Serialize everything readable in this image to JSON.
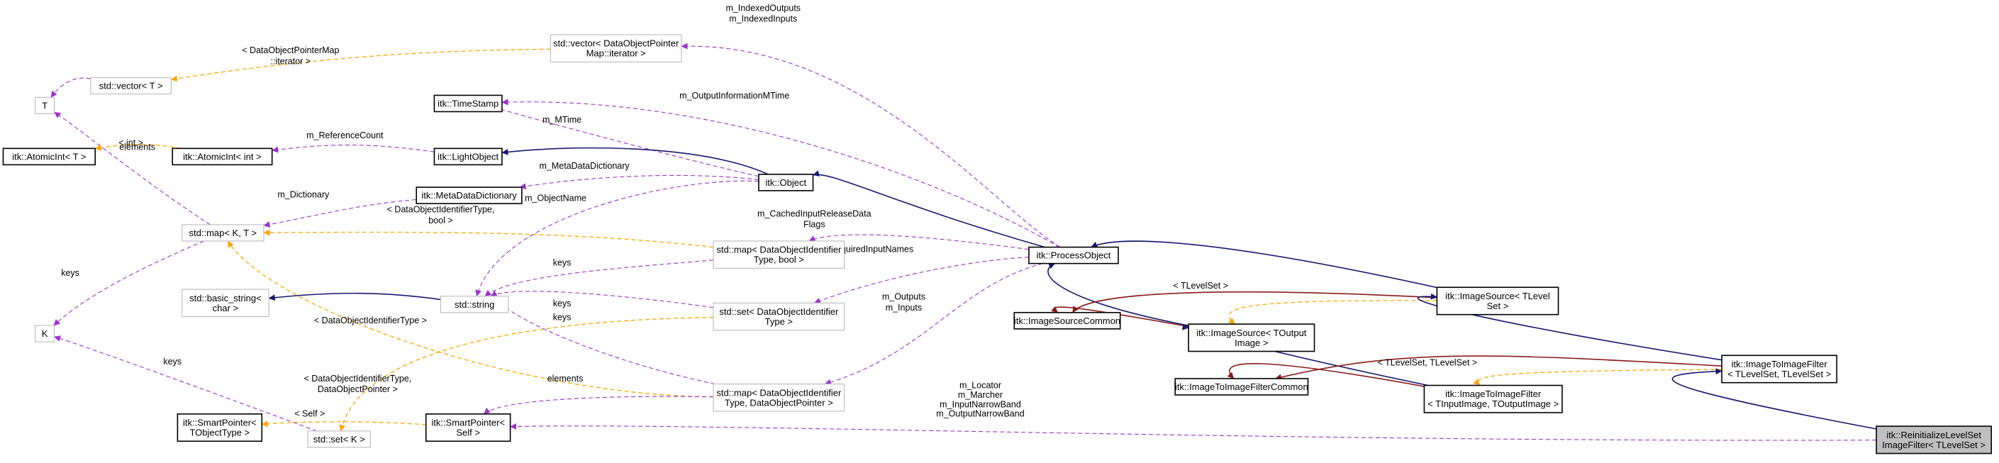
{
  "nodes": [
    {
      "id": "T",
      "lines": [
        "T"
      ],
      "style": "grey"
    },
    {
      "id": "K",
      "lines": [
        "K"
      ],
      "style": "grey"
    },
    {
      "id": "atomic_T",
      "lines": [
        "itk::AtomicInt< T >"
      ],
      "style": "black"
    },
    {
      "id": "vector_T",
      "lines": [
        "std::vector< T >"
      ],
      "style": "grey"
    },
    {
      "id": "atomic_int",
      "lines": [
        "itk::AtomicInt< int >"
      ],
      "style": "black"
    },
    {
      "id": "map_KT",
      "lines": [
        "std::map< K, T >"
      ],
      "style": "grey"
    },
    {
      "id": "basic_string",
      "lines": [
        "std::basic_string<",
        "char >"
      ],
      "style": "grey"
    },
    {
      "id": "smartptr_T",
      "lines": [
        "itk::SmartPointer<",
        "TObjectType >"
      ],
      "style": "black"
    },
    {
      "id": "timestamp",
      "lines": [
        "itk::TimeStamp"
      ],
      "style": "black"
    },
    {
      "id": "lightobject",
      "lines": [
        "itk::LightObject"
      ],
      "style": "black"
    },
    {
      "id": "metadatadict",
      "lines": [
        "itk::MetaDataDictionary"
      ],
      "style": "black"
    },
    {
      "id": "string",
      "lines": [
        "std::string"
      ],
      "style": "grey"
    },
    {
      "id": "set_K",
      "lines": [
        "std::set< K >"
      ],
      "style": "grey"
    },
    {
      "id": "smartptr_self",
      "lines": [
        "itk::SmartPointer<",
        "Self >"
      ],
      "style": "black"
    },
    {
      "id": "vector_dop",
      "lines": [
        "std::vector< DataObjectPointer",
        "Map::iterator >"
      ],
      "style": "grey"
    },
    {
      "id": "map_bool",
      "lines": [
        "std::map< DataObjectIdentifier",
        "Type, bool >"
      ],
      "style": "grey"
    },
    {
      "id": "set_doit",
      "lines": [
        "std::set< DataObjectIdentifier",
        "Type >"
      ],
      "style": "grey"
    },
    {
      "id": "map_dop",
      "lines": [
        "std::map< DataObjectIdentifier",
        "Type, DataObjectPointer >"
      ],
      "style": "grey"
    },
    {
      "id": "object",
      "lines": [
        "itk::Object"
      ],
      "style": "black"
    },
    {
      "id": "processobject",
      "lines": [
        "itk::ProcessObject"
      ],
      "style": "black"
    },
    {
      "id": "imagesourcecommon",
      "lines": [
        "itk::ImageSourceCommon"
      ],
      "style": "black"
    },
    {
      "id": "imagetoimagefiltercommon",
      "lines": [
        "itk::ImageToImageFilterCommon"
      ],
      "style": "black"
    },
    {
      "id": "imagesource_out",
      "lines": [
        "itk::ImageSource< TOutput",
        "Image >"
      ],
      "style": "black"
    },
    {
      "id": "imagetoimage_io",
      "lines": [
        "itk::ImageToImageFilter",
        "< TInputImage, TOutputImage >"
      ],
      "style": "black"
    },
    {
      "id": "imagesource_ls",
      "lines": [
        "itk::ImageSource< TLevel",
        "Set >"
      ],
      "style": "black"
    },
    {
      "id": "imagetoimage_ls",
      "lines": [
        "itk::ImageToImageFilter",
        "< TLevelSet, TLevelSet >"
      ],
      "style": "black"
    },
    {
      "id": "reinit",
      "lines": [
        "itk::ReinitializeLevelSet",
        "ImageFilter< TLevelSet >"
      ],
      "style": "current"
    }
  ],
  "edges": [
    {
      "id": "vector_T-T",
      "type": "member",
      "label": [
        "elements"
      ]
    },
    {
      "id": "map_KT-T",
      "type": "member",
      "label": [
        "elements"
      ]
    },
    {
      "id": "map_KT-K",
      "type": "member",
      "label": [
        "keys"
      ]
    },
    {
      "id": "set_K-K",
      "type": "member",
      "label": [
        "keys"
      ]
    },
    {
      "id": "atomic_int-atomic_T",
      "type": "template",
      "label": [
        "< int >"
      ]
    },
    {
      "id": "vector_dop-vector_T",
      "type": "template",
      "label": [
        "< DataObjectPointerMap",
        "::iterator >"
      ]
    },
    {
      "id": "lightobject-atomic_int",
      "type": "member",
      "label": [
        "m_ReferenceCount"
      ]
    },
    {
      "id": "metadatadict-map_KT",
      "type": "member",
      "label": [
        "m_Dictionary"
      ]
    },
    {
      "id": "map_bool-map_KT",
      "type": "template",
      "label": [
        "< DataObjectIdentifierType,",
        "bool >"
      ]
    },
    {
      "id": "map_dop-map_KT",
      "type": "template",
      "label": [
        "< DataObjectIdentifierType,",
        "DataObjectPointer >"
      ]
    },
    {
      "id": "set_doit-set_K",
      "type": "template",
      "label": [
        "< DataObjectIdentifierType >"
      ]
    },
    {
      "id": "string-basic_string",
      "type": "inherit",
      "label": []
    },
    {
      "id": "smartptr_self-smartptr_T",
      "type": "template",
      "label": [
        "< Self >"
      ]
    },
    {
      "id": "map_bool-string",
      "type": "member",
      "label": [
        "keys"
      ]
    },
    {
      "id": "set_doit-string",
      "type": "member",
      "label": [
        "keys"
      ]
    },
    {
      "id": "map_dop-string",
      "type": "member",
      "label": [
        "keys"
      ]
    },
    {
      "id": "object-string",
      "type": "member",
      "label": [
        "m_ObjectName"
      ]
    },
    {
      "id": "object-timestamp",
      "type": "member",
      "label": [
        "m_MTime"
      ]
    },
    {
      "id": "object-metadatadict",
      "type": "member",
      "label": [
        "m_MetaDataDictionary"
      ]
    },
    {
      "id": "object-lightobject",
      "type": "inherit",
      "label": []
    },
    {
      "id": "processobject-object",
      "type": "inherit",
      "label": []
    },
    {
      "id": "processobject-timestamp",
      "type": "member",
      "label": [
        "m_OutputInformationMTime"
      ]
    },
    {
      "id": "processobject-vector_dop",
      "type": "member",
      "label": [
        "m_IndexedOutputs",
        "m_IndexedInputs"
      ]
    },
    {
      "id": "processobject-map_bool",
      "type": "member",
      "label": [
        "m_CachedInputReleaseData",
        "Flags"
      ]
    },
    {
      "id": "processobject-set_doit",
      "type": "member",
      "label": [
        "m_RequiredInputNames"
      ]
    },
    {
      "id": "processobject-map_dop",
      "type": "member",
      "label": [
        "m_Outputs",
        "m_Inputs"
      ]
    },
    {
      "id": "map_dop-smartptr_self",
      "type": "member",
      "label": [
        "elements"
      ]
    },
    {
      "id": "imagesource_out-processobject",
      "type": "inherit",
      "label": []
    },
    {
      "id": "imagesource_ls-processobject",
      "type": "inherit",
      "label": []
    },
    {
      "id": "imagesource_out-imagesourcecommon",
      "type": "darkred",
      "label": []
    },
    {
      "id": "imagesource_ls-imagesourcecommon",
      "type": "darkred",
      "label": []
    },
    {
      "id": "imagesource_ls-imagesource_out",
      "type": "template",
      "label": [
        "< TLevelSet >"
      ]
    },
    {
      "id": "imagetoimage_io-imagesource_out",
      "type": "inherit",
      "label": []
    },
    {
      "id": "imagetoimage_io-imagetoimagefiltercommon",
      "type": "darkred",
      "label": []
    },
    {
      "id": "imagetoimage_ls-imagesource_ls",
      "type": "inherit",
      "label": []
    },
    {
      "id": "imagetoimage_ls-imagetoimagefiltercommon",
      "type": "darkred",
      "label": []
    },
    {
      "id": "imagetoimage_ls-imagetoimage_io",
      "type": "template",
      "label": [
        "< TLevelSet, TLevelSet >"
      ]
    },
    {
      "id": "reinit-imagetoimage_ls",
      "type": "inherit",
      "label": []
    },
    {
      "id": "reinit-smartptr_self",
      "type": "member",
      "label": [
        "m_Locator",
        "m_Marcher",
        "m_InputNarrowBand",
        "m_OutputNarrowBand"
      ]
    }
  ],
  "colors": {
    "inheritance": "#191970",
    "member": "#9a32cd",
    "template": "#ffa500",
    "private_inheritance": "#8b1a1a",
    "grey_border": "#bfbfbf",
    "current_fill": "#bfbfbf"
  }
}
